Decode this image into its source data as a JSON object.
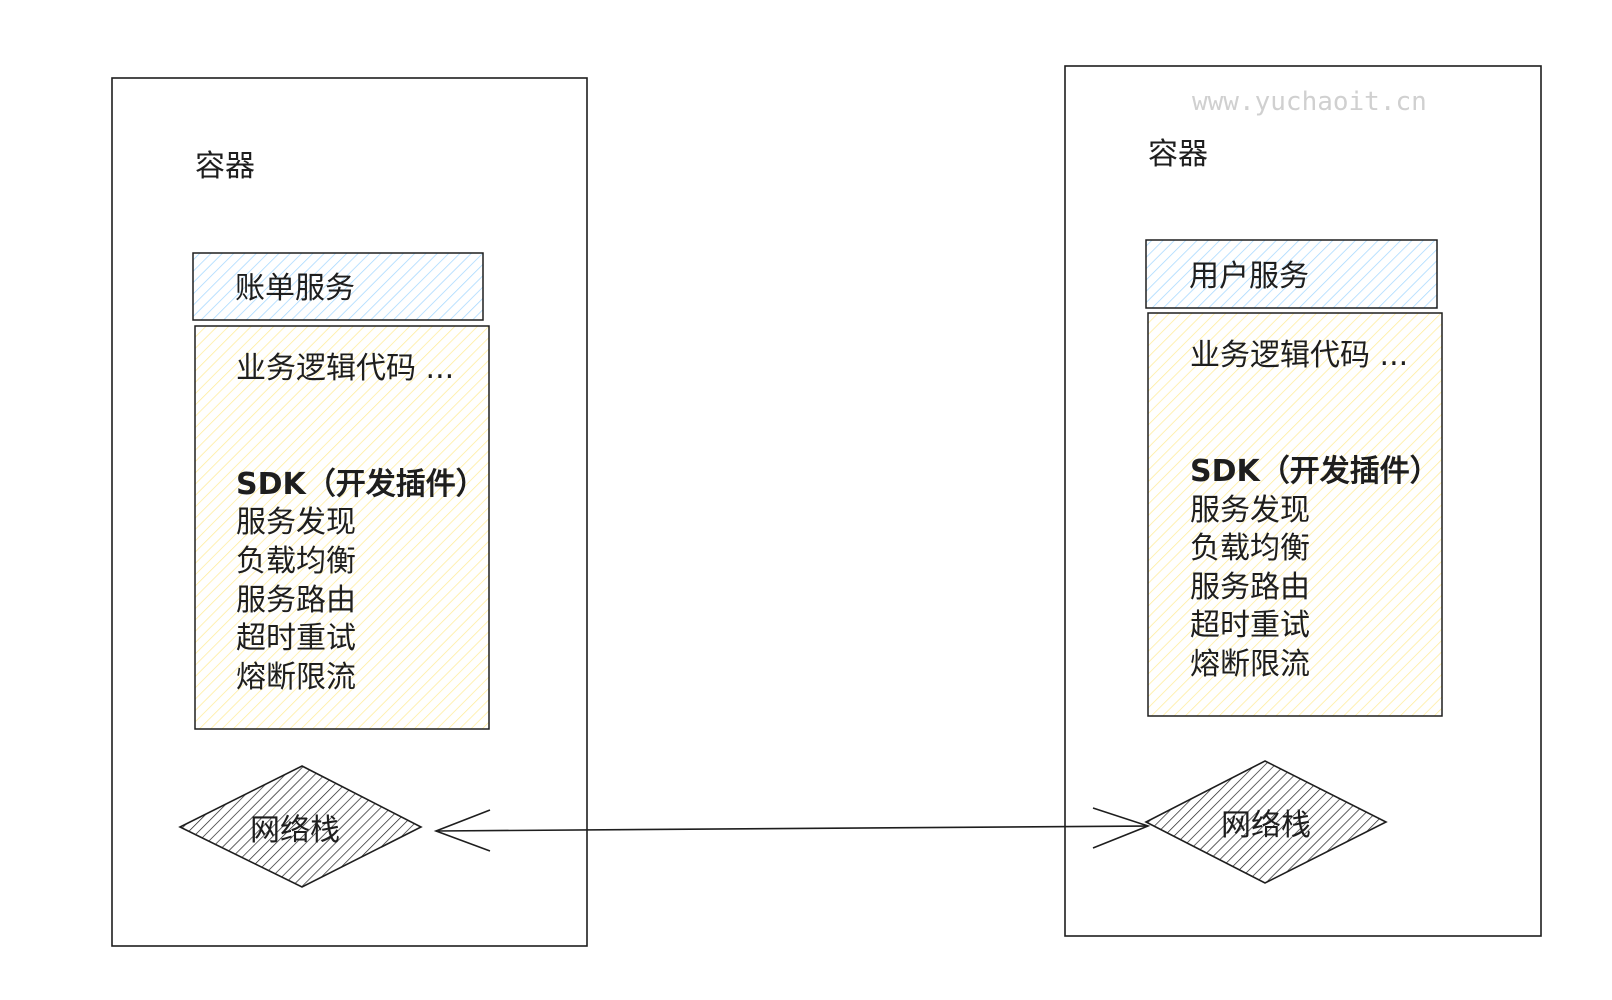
{
  "watermark": "www.yuchaoit.cn",
  "colors": {
    "stroke": "#1e1e1e",
    "service_hatch": "#a5d8ff",
    "code_hatch": "#ffec99",
    "network_hatch": "#1e1e1e",
    "watermark": "#d0d0d0"
  },
  "left_container": {
    "title": "容器",
    "service_name": "账单服务",
    "business_code": "业务逻辑代码 ...",
    "sdk_title": "SDK（开发插件）",
    "features": [
      "服务发现",
      "负载均衡",
      "服务路由",
      "超时重试",
      "熔断限流"
    ],
    "network_stack": "网络栈"
  },
  "right_container": {
    "title": "容器",
    "service_name": "用户服务",
    "business_code": "业务逻辑代码 ...",
    "sdk_title": "SDK（开发插件）",
    "features": [
      "服务发现",
      "负载均衡",
      "服务路由",
      "超时重试",
      "熔断限流"
    ],
    "network_stack": "网络栈"
  },
  "connection": {
    "from": "network-stack-right",
    "to": "network-stack-left",
    "arrowheads": "both"
  }
}
